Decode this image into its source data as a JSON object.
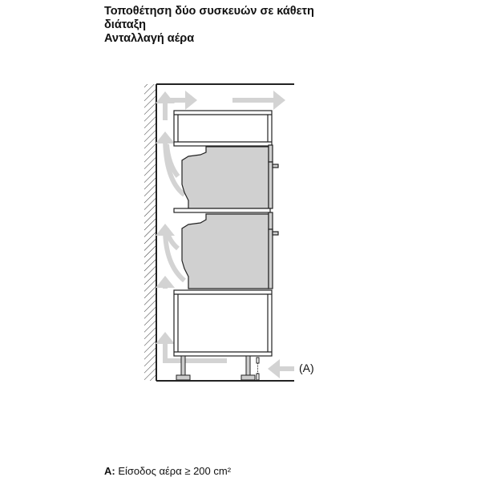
{
  "title": {
    "line1": "Τοποθέτηση δύο συσκευών σε κάθετη",
    "line2": "διάταξη",
    "line3": "Ανταλλαγή αέρα"
  },
  "marker_label": "(A)",
  "caption": {
    "key": "A:",
    "text": " Είσοδος αέρα ≥ 200 cm²"
  },
  "colors": {
    "arrow": "#d3d3d3",
    "appliance": "#d0d0d0",
    "line": "#222222"
  }
}
